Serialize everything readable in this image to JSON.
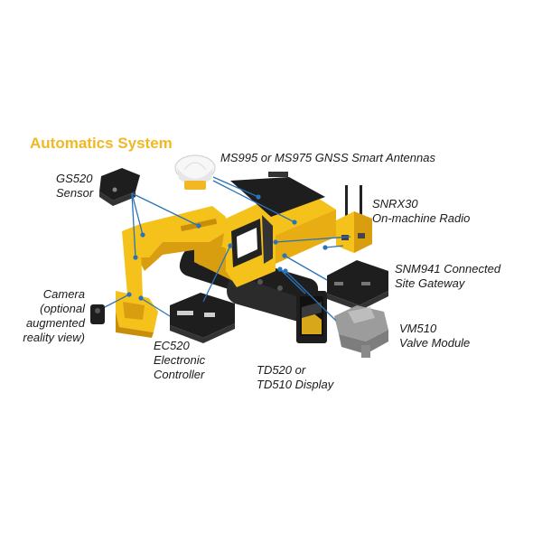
{
  "title": "Automatics System",
  "colors": {
    "accent": "#f2b824",
    "machine": "#f5c21b",
    "machine_shade": "#d99e10",
    "leader": "#2a73b8",
    "dark": "#1e1e1e"
  },
  "labels": {
    "antennas": [
      "MS995 or MS975 GNSS Smart Antennas"
    ],
    "sensor": [
      "GS520",
      "Sensor"
    ],
    "radio": [
      "SNRX30",
      "On-machine Radio"
    ],
    "gateway": [
      "SNM941 Connected",
      "Site Gateway"
    ],
    "camera": [
      "Camera",
      "(optional",
      "augmented",
      "reality view)"
    ],
    "valve": [
      "VM510",
      "Valve Module"
    ],
    "controller": [
      "EC520",
      "Electronic",
      "Controller"
    ],
    "display": [
      "TD520 or",
      "TD510 Display"
    ]
  }
}
